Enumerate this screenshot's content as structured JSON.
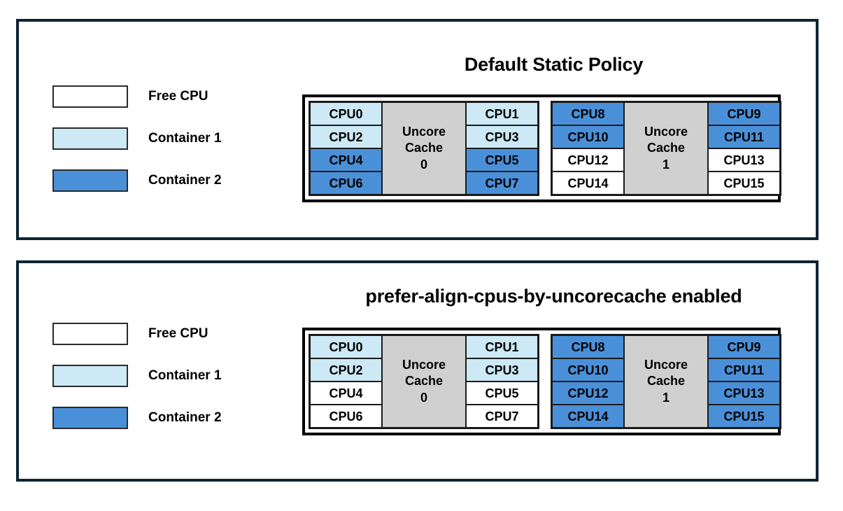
{
  "panels": [
    {
      "id": "default-static-policy",
      "title": "Default Static Policy",
      "legend": {
        "items": [
          {
            "label": "Free CPU",
            "fill": "free",
            "color": "#ffffff"
          },
          {
            "label": "Container 1",
            "fill": "container1",
            "color": "#cce9f5"
          },
          {
            "label": "Container 2",
            "fill": "container2",
            "color": "#4a90d9"
          }
        ]
      },
      "topology": {
        "cache_groups": [
          {
            "cache_label_line1": "Uncore",
            "cache_label_line2": "Cache",
            "cache_label_line3": "0",
            "left_column": [
              {
                "label": "CPU0",
                "fill": "container1"
              },
              {
                "label": "CPU2",
                "fill": "container1"
              },
              {
                "label": "CPU4",
                "fill": "container2"
              },
              {
                "label": "CPU6",
                "fill": "container2"
              }
            ],
            "right_column": [
              {
                "label": "CPU1",
                "fill": "container1"
              },
              {
                "label": "CPU3",
                "fill": "container1"
              },
              {
                "label": "CPU5",
                "fill": "container2"
              },
              {
                "label": "CPU7",
                "fill": "container2"
              }
            ]
          },
          {
            "cache_label_line1": "Uncore",
            "cache_label_line2": "Cache",
            "cache_label_line3": "1",
            "left_column": [
              {
                "label": "CPU8",
                "fill": "container2"
              },
              {
                "label": "CPU10",
                "fill": "container2"
              },
              {
                "label": "CPU12",
                "fill": "free"
              },
              {
                "label": "CPU14",
                "fill": "free"
              }
            ],
            "right_column": [
              {
                "label": "CPU9",
                "fill": "container2"
              },
              {
                "label": "CPU11",
                "fill": "container2"
              },
              {
                "label": "CPU13",
                "fill": "free"
              },
              {
                "label": "CPU15",
                "fill": "free"
              }
            ]
          }
        ]
      }
    },
    {
      "id": "prefer-align-cpus-by-uncorecache",
      "title": "prefer-align-cpus-by-uncorecache enabled",
      "legend": {
        "items": [
          {
            "label": "Free CPU",
            "fill": "free",
            "color": "#ffffff"
          },
          {
            "label": "Container 1",
            "fill": "container1",
            "color": "#cce9f5"
          },
          {
            "label": "Container 2",
            "fill": "container2",
            "color": "#4a90d9"
          }
        ]
      },
      "topology": {
        "cache_groups": [
          {
            "cache_label_line1": "Uncore",
            "cache_label_line2": "Cache",
            "cache_label_line3": "0",
            "left_column": [
              {
                "label": "CPU0",
                "fill": "container1"
              },
              {
                "label": "CPU2",
                "fill": "container1"
              },
              {
                "label": "CPU4",
                "fill": "free"
              },
              {
                "label": "CPU6",
                "fill": "free"
              }
            ],
            "right_column": [
              {
                "label": "CPU1",
                "fill": "container1"
              },
              {
                "label": "CPU3",
                "fill": "container1"
              },
              {
                "label": "CPU5",
                "fill": "free"
              },
              {
                "label": "CPU7",
                "fill": "free"
              }
            ]
          },
          {
            "cache_label_line1": "Uncore",
            "cache_label_line2": "Cache",
            "cache_label_line3": "1",
            "left_column": [
              {
                "label": "CPU8",
                "fill": "container2"
              },
              {
                "label": "CPU10",
                "fill": "container2"
              },
              {
                "label": "CPU12",
                "fill": "container2"
              },
              {
                "label": "CPU14",
                "fill": "container2"
              }
            ],
            "right_column": [
              {
                "label": "CPU9",
                "fill": "container2"
              },
              {
                "label": "CPU11",
                "fill": "container2"
              },
              {
                "label": "CPU13",
                "fill": "container2"
              },
              {
                "label": "CPU15",
                "fill": "container2"
              }
            ]
          }
        ]
      }
    }
  ],
  "colors": {
    "panel_border": "#0d2433",
    "cell_border": "#1a1a1a",
    "free_cpu": "#ffffff",
    "container1": "#cce9f5",
    "container2": "#4a90d9",
    "uncore_cache": "#d0d0d0",
    "text": "#000000"
  }
}
